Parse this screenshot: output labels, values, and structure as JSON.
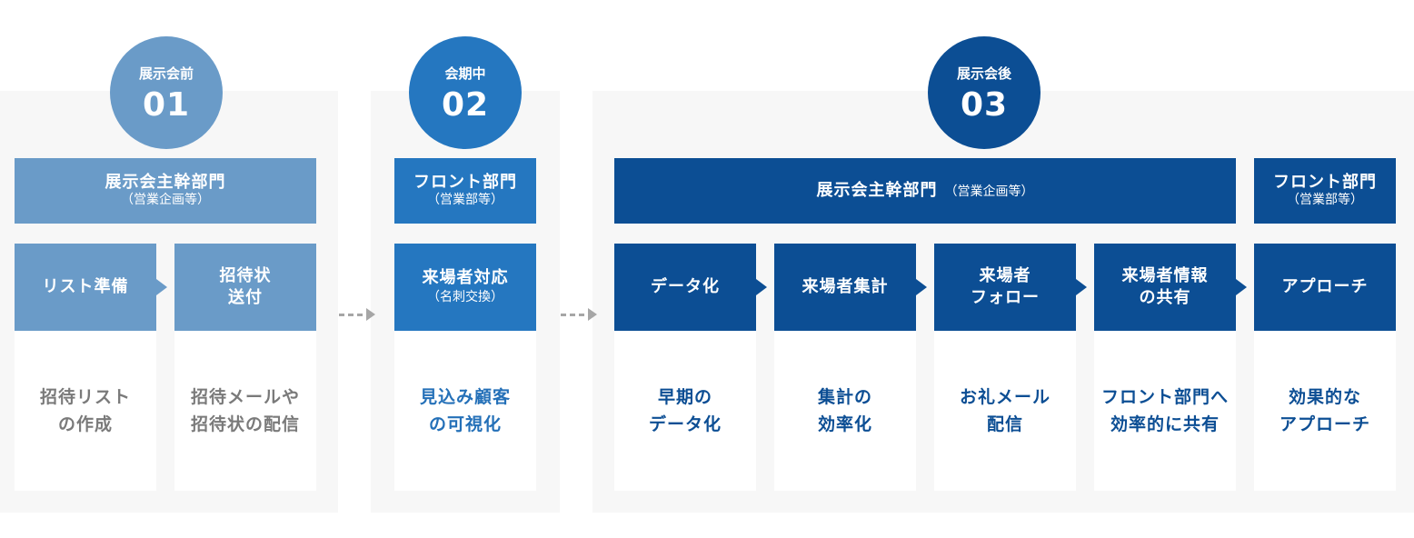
{
  "colors": {
    "phase1": "#6a9bc8",
    "phase2": "#2577c0",
    "phase3": "#0c4e94",
    "background": "#f7f7f7",
    "arrow": "#a6a6a6"
  },
  "phases": [
    {
      "label": "展示会前",
      "number": "01",
      "departments": [
        {
          "main": "展示会主幹部門",
          "sub": "（営業企画等）"
        }
      ],
      "steps": [
        {
          "title": "リスト準備",
          "result": [
            "招待リスト",
            "の作成"
          ]
        },
        {
          "title": [
            "招待状",
            "送付"
          ],
          "result": [
            "招待メールや",
            "招待状の配信"
          ]
        }
      ]
    },
    {
      "label": "会期中",
      "number": "02",
      "departments": [
        {
          "main": "フロント部門",
          "sub": "（営業部等）"
        }
      ],
      "steps": [
        {
          "title": "来場者対応",
          "subtitle": "（名刺交換）",
          "result": [
            "見込み顧客",
            "の可視化"
          ]
        }
      ]
    },
    {
      "label": "展示会後",
      "number": "03",
      "departments": [
        {
          "main": "展示会主幹部門",
          "sub": "（営業企画等）"
        },
        {
          "main": "フロント部門",
          "sub": "（営業部等）"
        }
      ],
      "steps": [
        {
          "title": "データ化",
          "result": [
            "早期の",
            "データ化"
          ]
        },
        {
          "title": "来場者集計",
          "result": [
            "集計の",
            "効率化"
          ]
        },
        {
          "title": [
            "来場者",
            "フォロー"
          ],
          "result": [
            "お礼メール",
            "配信"
          ]
        },
        {
          "title": [
            "来場者情報",
            "の共有"
          ],
          "result": [
            "フロント部門へ",
            "効率的に共有"
          ]
        },
        {
          "title": "アプローチ",
          "result": [
            "効果的な",
            "アプローチ"
          ]
        }
      ]
    }
  ]
}
